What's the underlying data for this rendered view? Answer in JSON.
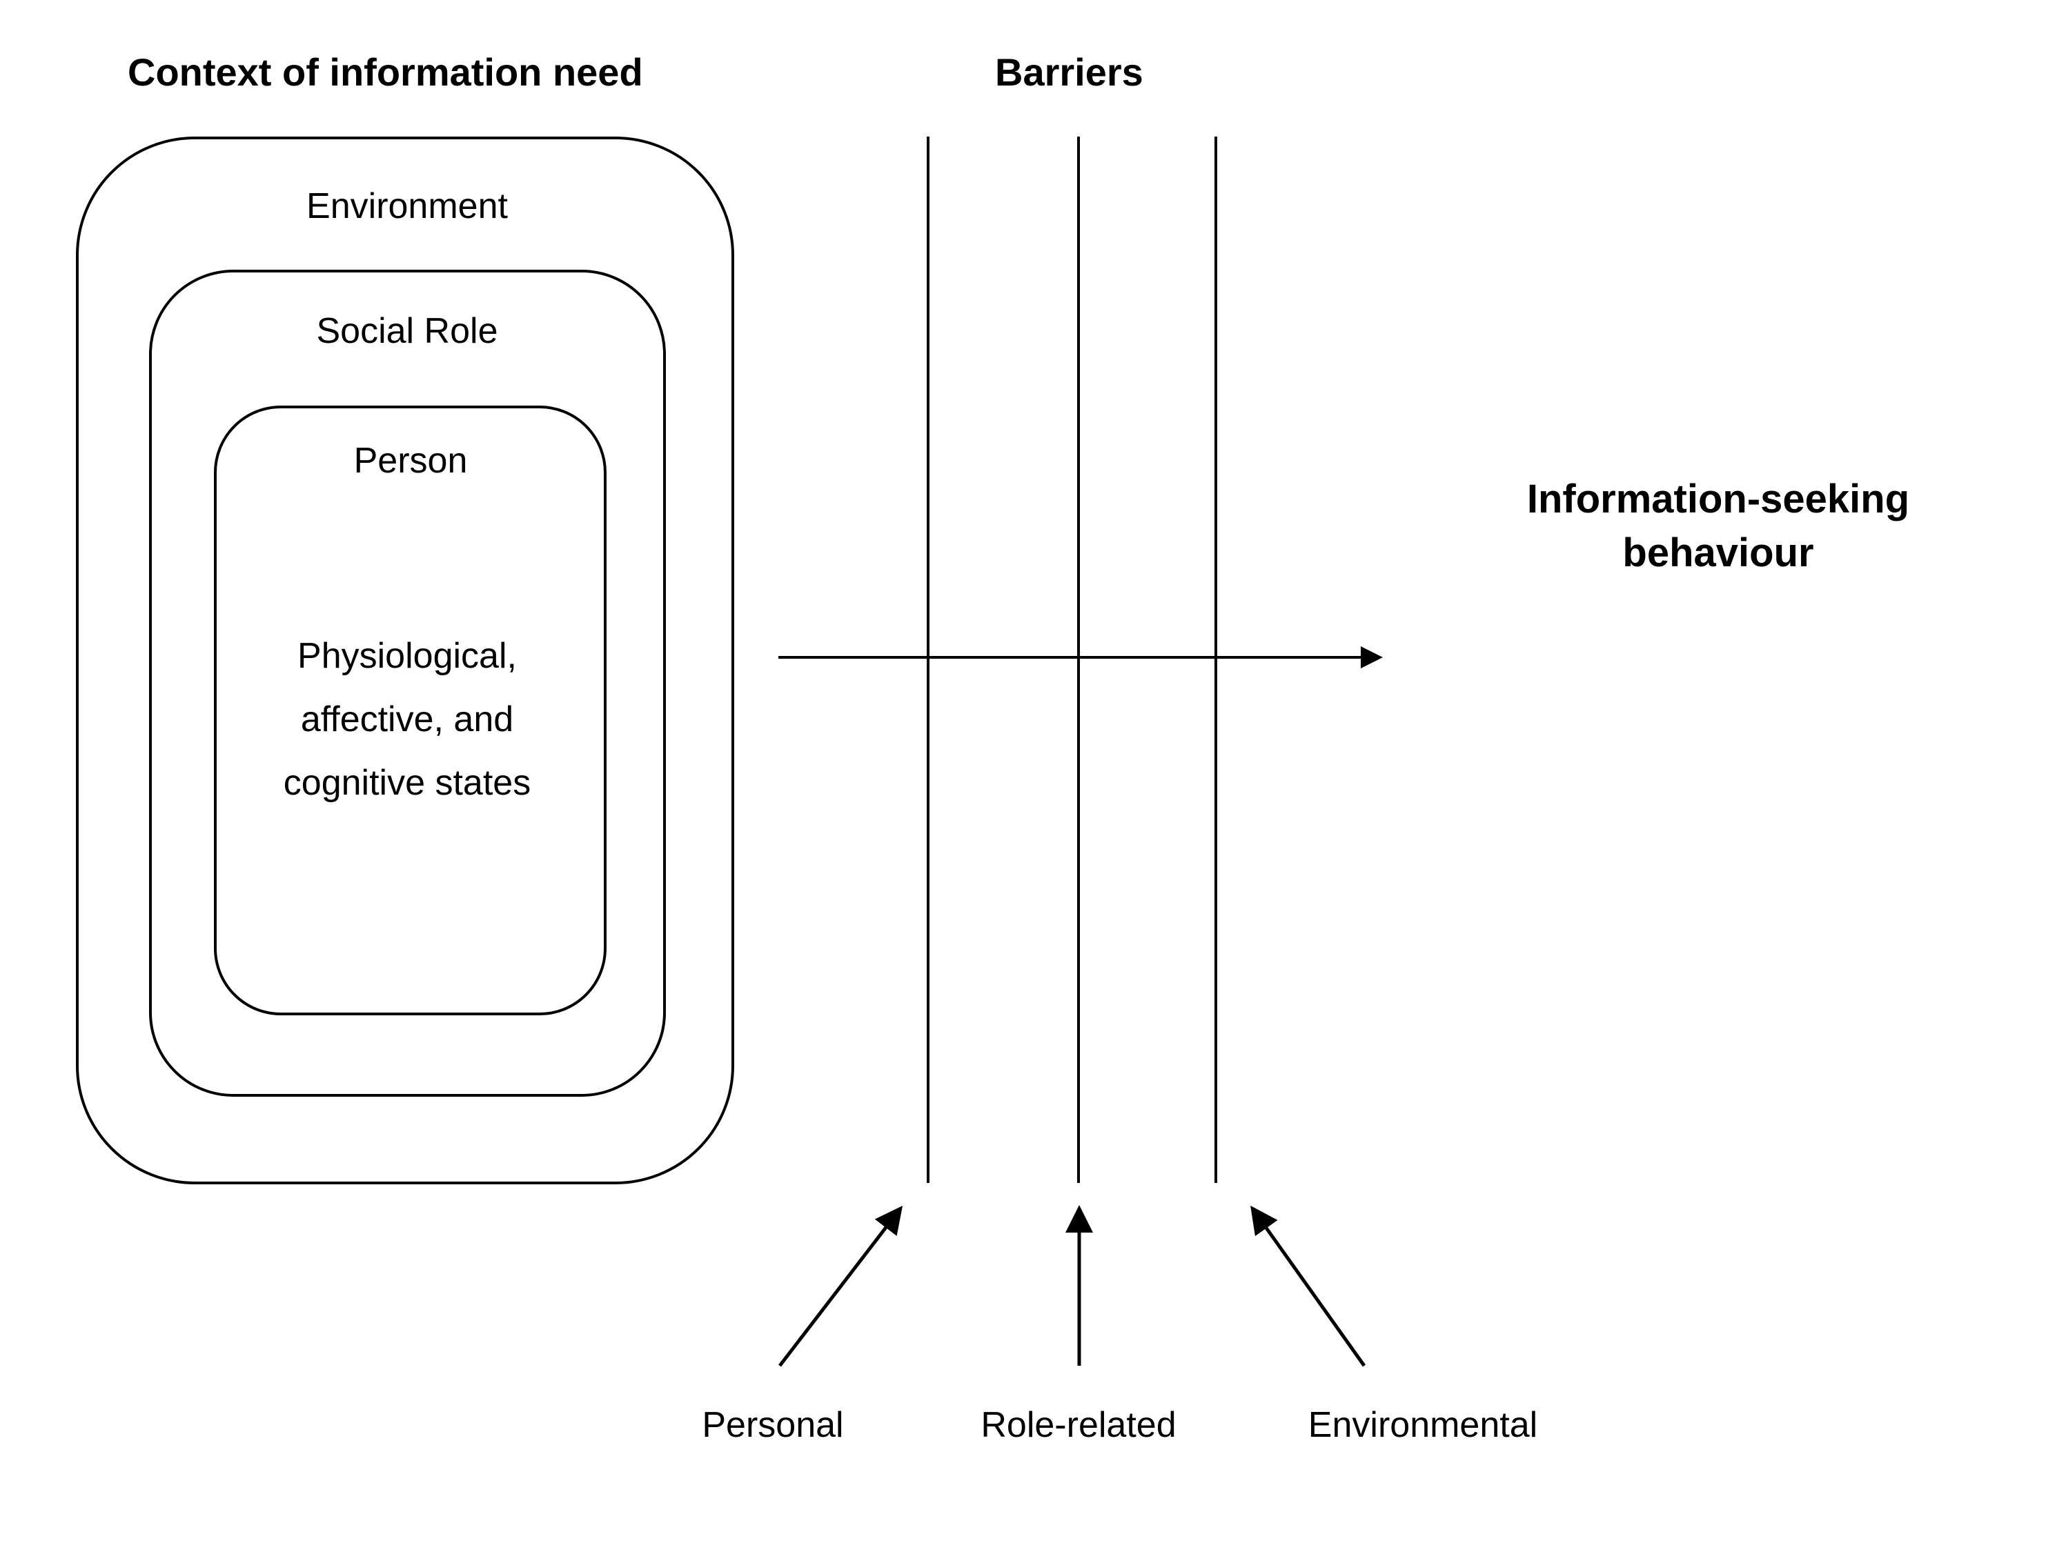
{
  "headings": {
    "context": "Context of information need",
    "barriers": "Barriers"
  },
  "context_layers": {
    "environment": "Environment",
    "social_role": "Social Role",
    "person": "Person",
    "states": [
      "Physiological,",
      "affective, and",
      "cognitive states"
    ]
  },
  "outcome": {
    "lines": [
      "Information-seeking",
      "behaviour"
    ]
  },
  "barrier_types": {
    "personal": "Personal",
    "role_related": "Role-related",
    "environmental": "Environmental"
  },
  "colors": {
    "stroke": "#000000",
    "background": "#ffffff"
  }
}
